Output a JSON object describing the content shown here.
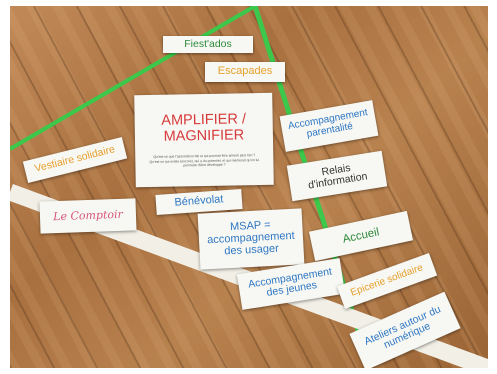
{
  "cards": {
    "fiest_ados": "Fiest'ados",
    "escapades": "Escapades",
    "amplifier_title": "AMPLIFIER /\nMAGNIFIER",
    "amplifier_text": "Qu'est-ce que l'association fait et qui pourrait être amené plus loin ?\nQu'est-ce qui existe (encore), qui a du potentiel, et qui mériterait qu'on lui permette d'être développé ?",
    "accompagnement_parentalite": "Accompagnement\nparentalité",
    "vestiaire_solidaire": "Vestiaire solidaire",
    "relais_information": "Relais\nd'information",
    "le_comptoir": "Le Comptoir",
    "benevolat": "Bénévolat",
    "msap": "MSAP =\naccompagnement\ndes usager",
    "accueil": "Accueil",
    "accompagnement_jeunes": "Accompagnement\ndes jeunes",
    "epicerie_solidaire": "Epicerie solidaire",
    "ateliers_numerique": "Ateliers autour du\nnumérique"
  },
  "colors": {
    "wood": "#b07a48",
    "paper": "#f7f7f3",
    "tape_green": "#3cc84a",
    "tape_white": "#f2efe6",
    "text_blue": "#2f78c4",
    "text_green": "#2e8a3c",
    "text_orange": "#e6a02c",
    "text_red": "#d63b3b"
  }
}
